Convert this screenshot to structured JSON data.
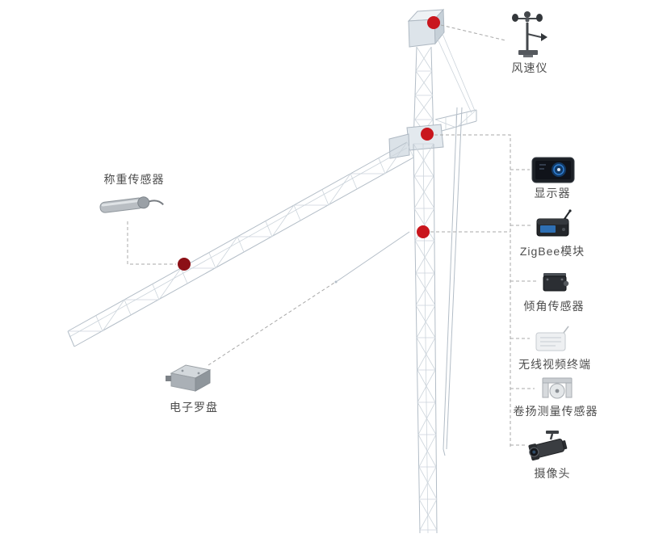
{
  "diagram": {
    "background": "#ffffff",
    "marker_color": "#c9161d",
    "marker_color_dark": "#8c1016",
    "crane_line_color": "#b3bdc7",
    "connector_color": "#a8a8a8",
    "label_color": "#4d4d4d",
    "components": {
      "anemometer": {
        "label": "风速仪"
      },
      "load_sensor": {
        "label": "称重传感器"
      },
      "compass": {
        "label": "电子罗盘"
      },
      "monitor": {
        "label": "显示器"
      },
      "zigbee": {
        "label": "ZigBee模块"
      },
      "tilt_sensor": {
        "label": "倾角传感器"
      },
      "video_terminal": {
        "label": "无线视频终端"
      },
      "hoist_sensor": {
        "label": "卷扬测量传感器"
      },
      "camera": {
        "label": "摄像头"
      }
    }
  }
}
